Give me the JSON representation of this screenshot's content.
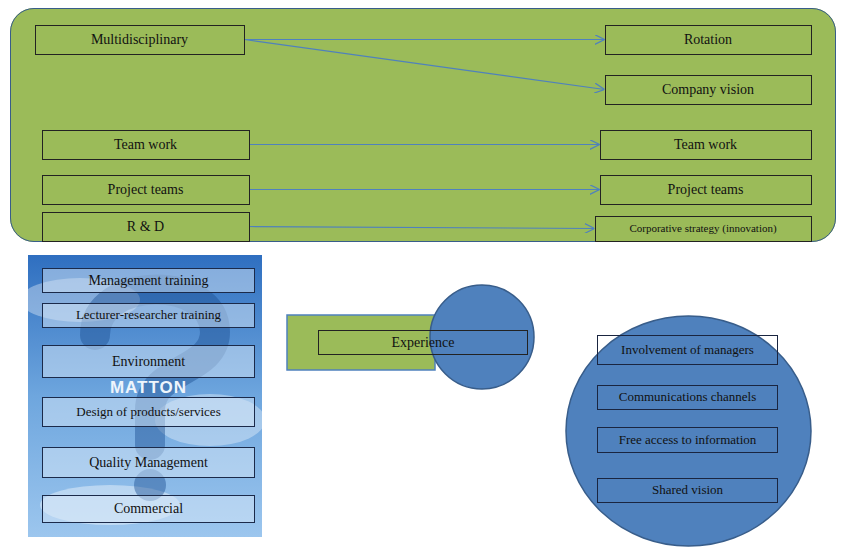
{
  "diagram": {
    "nodes": [
      {
        "text": []
      },
      {
        "text": [
          "Multidisciplinary"
        ],
        "in": 0
      },
      {
        "text": [
          "Rotation"
        ],
        "in": 0
      },
      {
        "text": [
          "Company vision"
        ],
        "in": 0
      },
      {
        "text": [
          "Team work"
        ],
        "in": 0
      },
      {
        "text": [
          "Team work"
        ],
        "in": 0
      },
      {
        "text": [
          "Project teams"
        ],
        "in": 0
      },
      {
        "text": [
          "Project teams"
        ],
        "in": 0
      },
      {
        "text": [
          "R & D"
        ],
        "in": 0
      },
      {
        "text": [
          "Corporative strategy (innovation)"
        ],
        "in": 0
      },
      {
        "text": [
          "Management training"
        ]
      },
      {
        "text": [
          "Lecturer-researcher training"
        ]
      },
      {
        "text": [
          "Environment"
        ]
      },
      {
        "text": [
          "Design of products/services"
        ]
      },
      {
        "text": [
          "Quality Management"
        ]
      },
      {
        "text": [
          "Commercial"
        ]
      },
      {
        "text": [
          "Experience"
        ]
      },
      {
        "text": []
      },
      {
        "text": [
          "Involvement of managers"
        ],
        "in": 17
      },
      {
        "text": [
          "Communications channels"
        ],
        "in": 17
      },
      {
        "text": [
          "Free access to information"
        ],
        "in": 17
      },
      {
        "text": [
          "Shared vision"
        ],
        "in": 17
      }
    ],
    "edges": [
      {
        "from": 1,
        "to": 2,
        "arrow": "to"
      },
      {
        "from": 1,
        "to": 3,
        "arrow": "to"
      },
      {
        "from": 4,
        "to": 5,
        "arrow": "to"
      },
      {
        "from": 6,
        "to": 7,
        "arrow": "to"
      },
      {
        "from": 8,
        "to": 9,
        "arrow": "to"
      }
    ],
    "labels": [
      "MATTON"
    ]
  }
}
